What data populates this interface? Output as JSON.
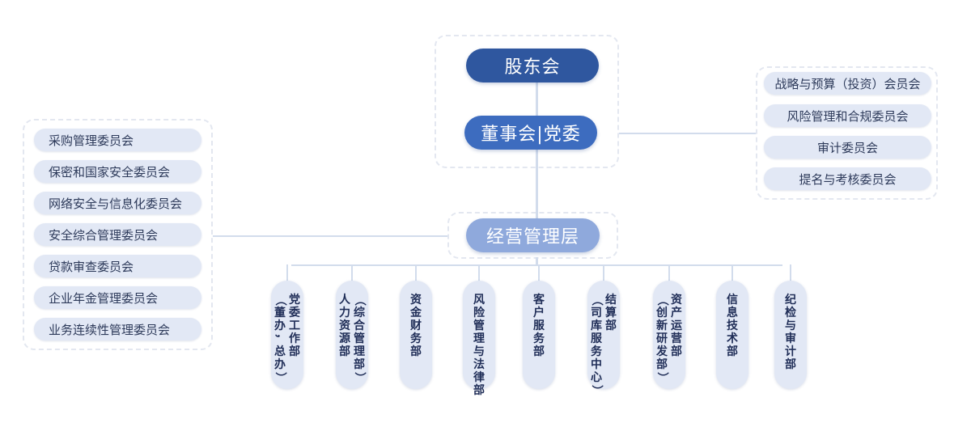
{
  "top": {
    "shareholders": "股东会",
    "board": "董事会|党委",
    "management": "经营管理层"
  },
  "left_committees": [
    "采购管理委员会",
    "保密和国家安全委员会",
    "网络安全与信息化委员会",
    "安全综合管理委员会",
    "贷款审查委员会",
    "企业年金管理委员会",
    "业务连续性管理委员会"
  ],
  "right_committees": [
    "战略与预算（投资）会员会",
    "风险管理和合规委员会",
    "审计委员会",
    "提名与考核委员会"
  ],
  "departments": [
    {
      "lines": [
        "党委工作部",
        "（董办，总办）"
      ]
    },
    {
      "lines": [
        "（综合管理部）",
        "人力资源部"
      ]
    },
    {
      "lines": [
        "资金财务部"
      ]
    },
    {
      "lines": [
        "风险管理与法律部"
      ]
    },
    {
      "lines": [
        "客户服务部"
      ]
    },
    {
      "lines": [
        "结算部",
        "（司库服务中心）"
      ]
    },
    {
      "lines": [
        "资产运营部",
        "（创新研发部）"
      ]
    },
    {
      "lines": [
        "信息技术部"
      ]
    },
    {
      "lines": [
        "纪检与审计部"
      ]
    }
  ],
  "colors": {
    "dark_blue": "#2f579f",
    "mid_blue": "#3d6cbf",
    "light_blue": "#8fa9dc",
    "pill_bg": "#e2e8f5",
    "text_dark": "#1f2d57"
  }
}
